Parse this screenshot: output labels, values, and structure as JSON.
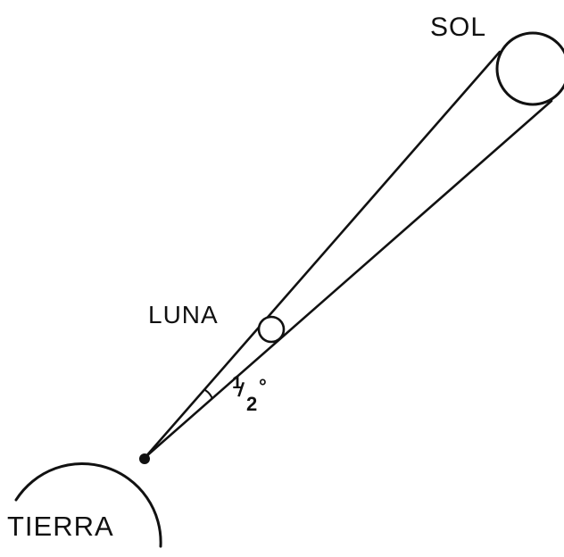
{
  "diagram": {
    "labels": {
      "sun": "SOL",
      "moon": "LUNA",
      "earth": "TIERRA"
    },
    "angle": {
      "numerator": "1",
      "slash": "/",
      "denominator": "2",
      "degree": "°"
    },
    "colors": {
      "ink": "#111111",
      "background": "#ffffff"
    }
  }
}
